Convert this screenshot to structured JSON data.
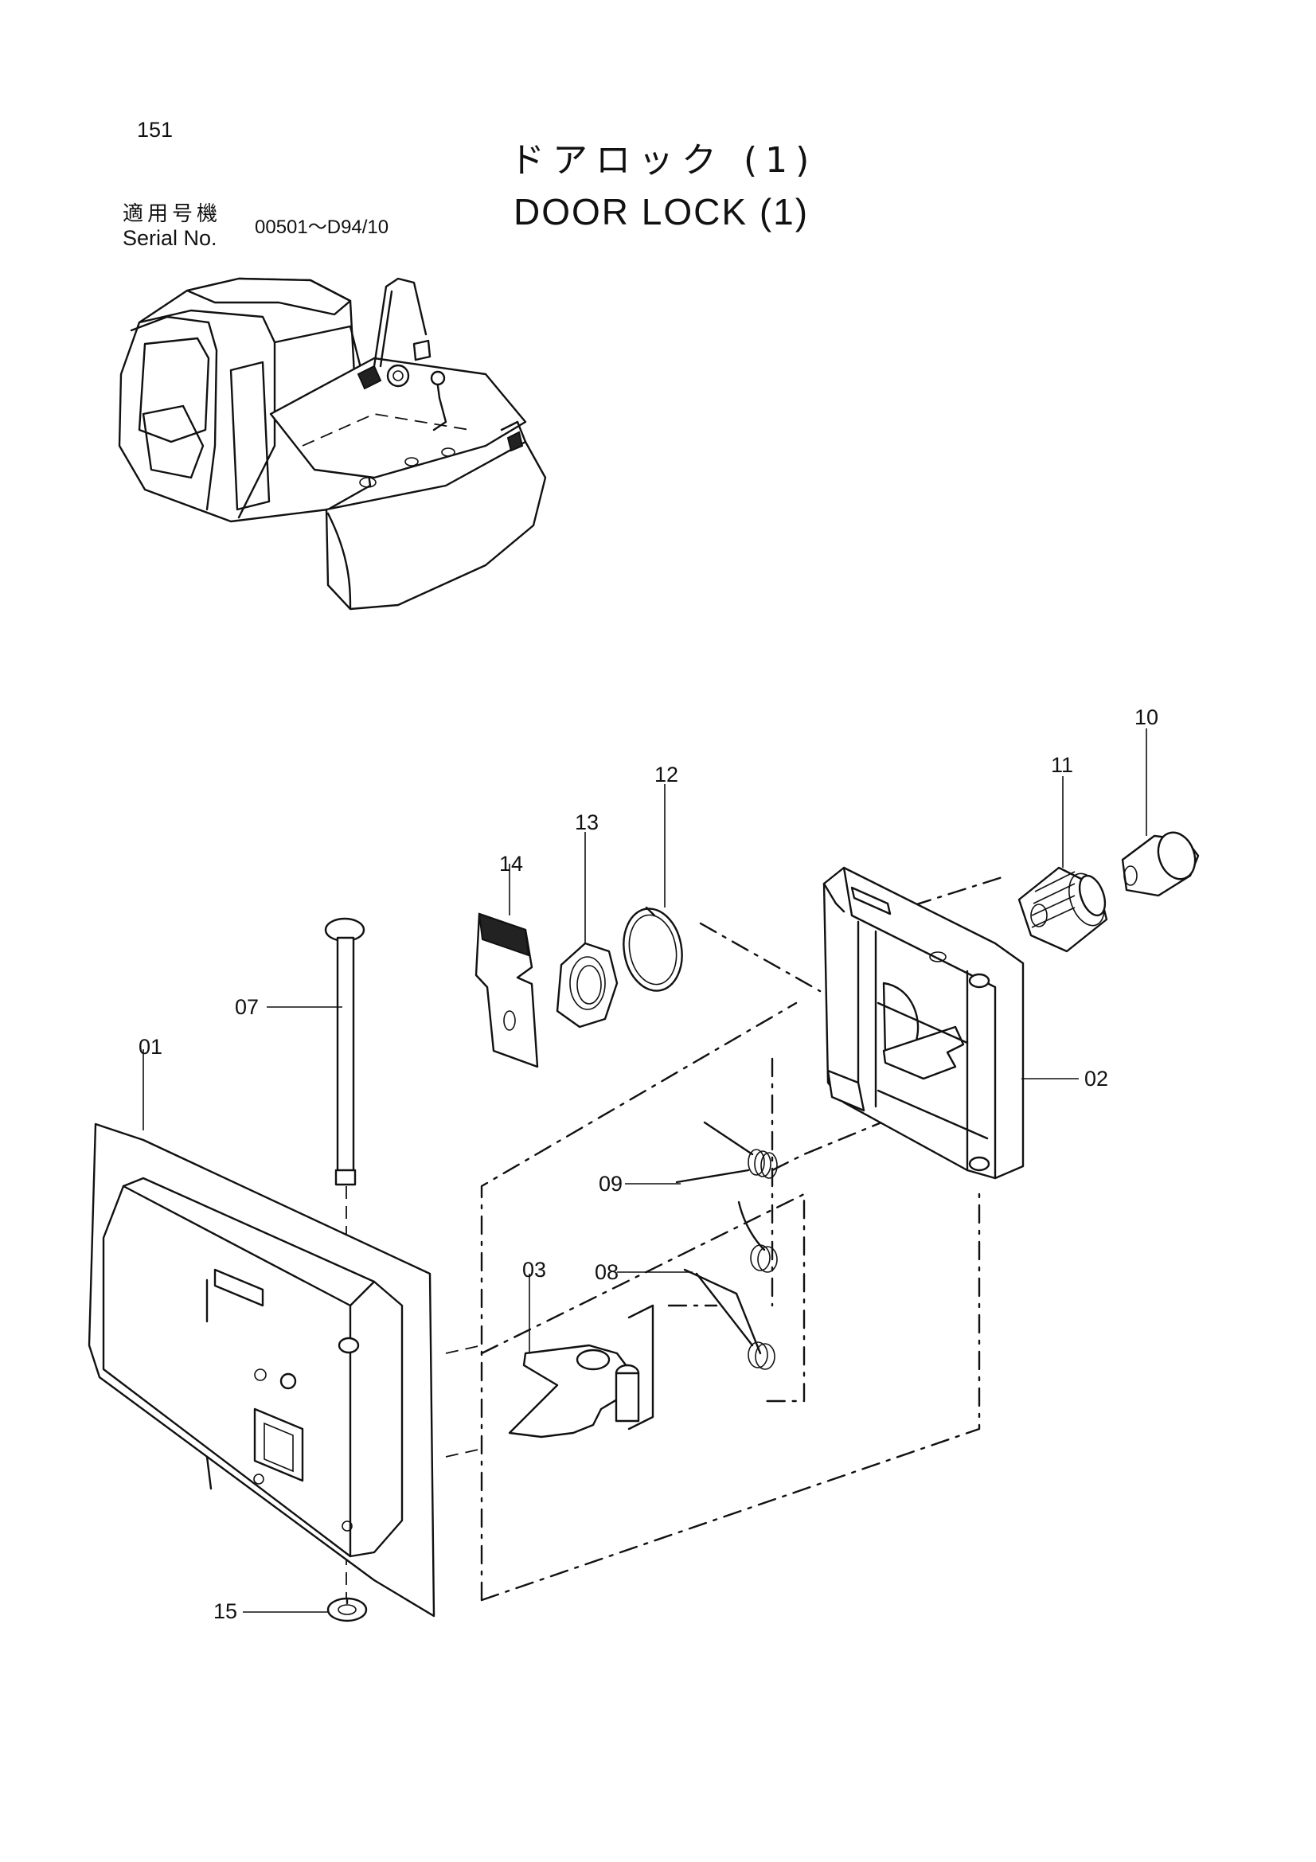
{
  "page_number": "151",
  "title_jp": "ドアロック (1)",
  "title_en": "DOOR LOCK (1)",
  "serial": {
    "label_jp": "適用号機",
    "label_en": "Serial No.",
    "range": "00501～D94/10"
  },
  "parts": [
    {
      "no": "01"
    },
    {
      "no": "02"
    },
    {
      "no": "03"
    },
    {
      "no": "07"
    },
    {
      "no": "08"
    },
    {
      "no": "09"
    },
    {
      "no": "10"
    },
    {
      "no": "11"
    },
    {
      "no": "12"
    },
    {
      "no": "13"
    },
    {
      "no": "14"
    },
    {
      "no": "15"
    }
  ]
}
